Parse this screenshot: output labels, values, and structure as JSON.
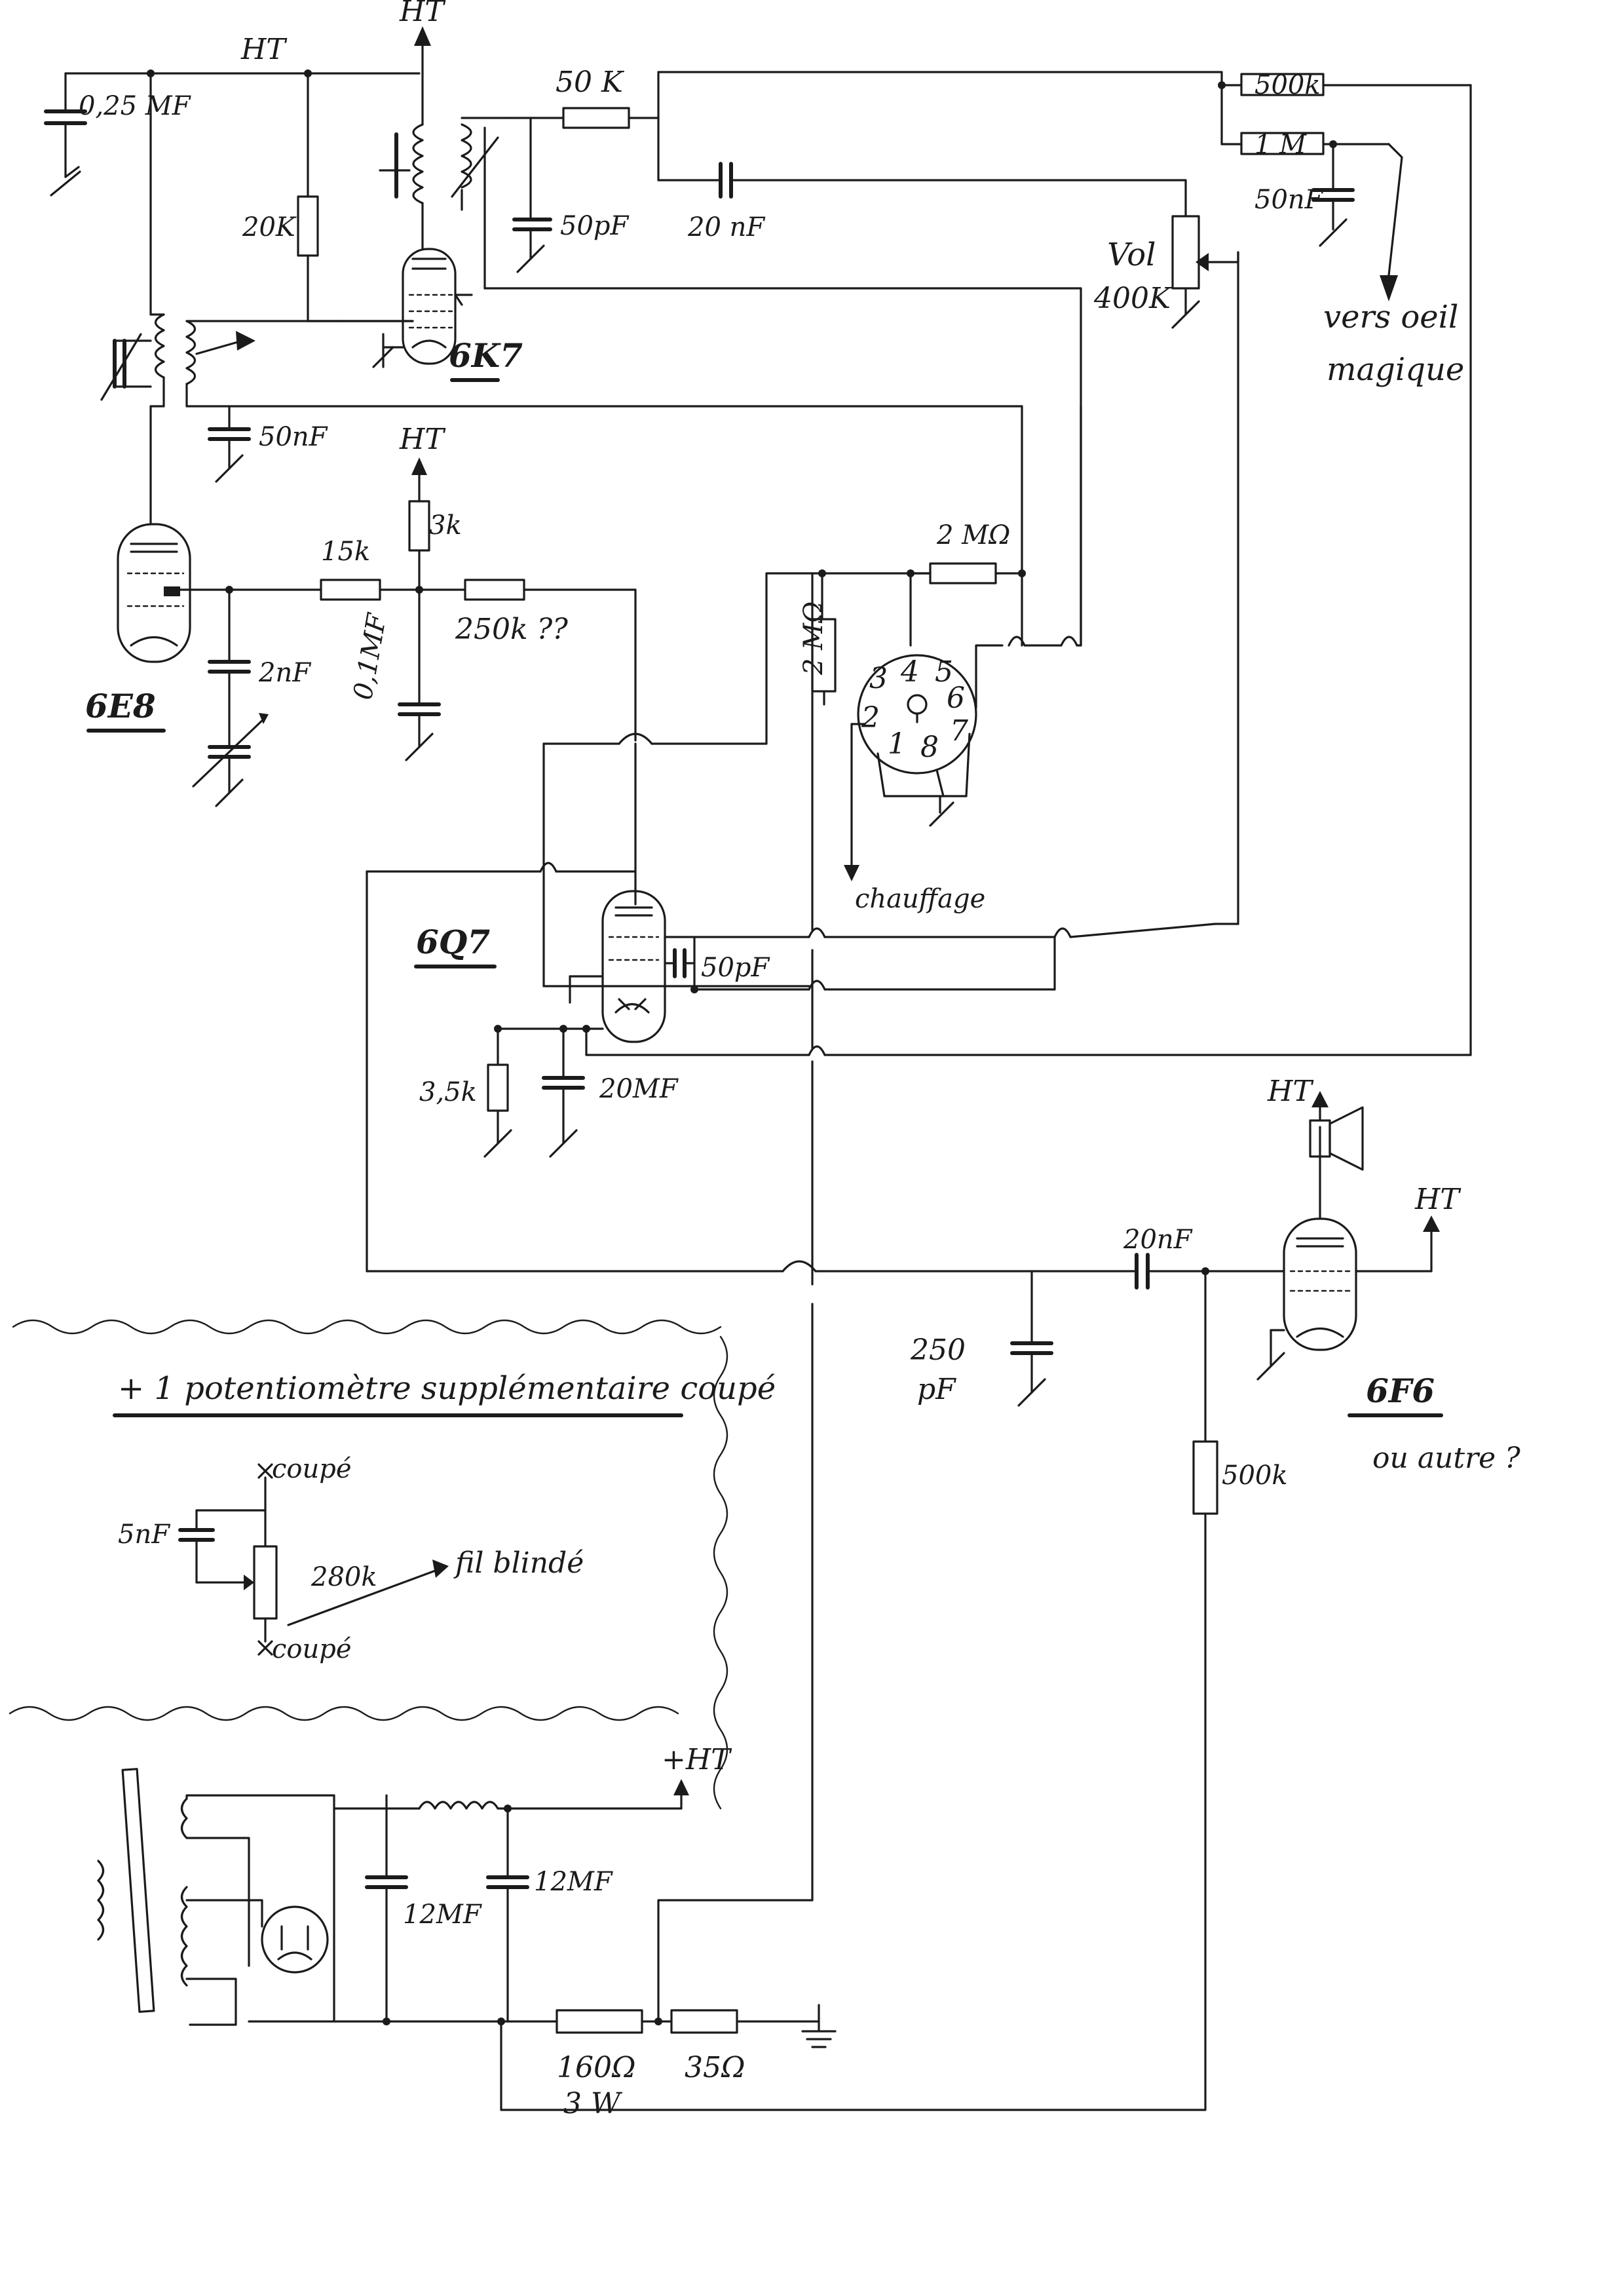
{
  "tubes": {
    "t6k7": "6K7",
    "t6e8": "6E8",
    "t6q7": "6Q7",
    "t6f6": "6F6",
    "t6f6_note": "ou autre ?"
  },
  "supply": {
    "ht_top_line": "HT",
    "ht_top_arrow": "HT",
    "ht_mid": "HT",
    "ht_speaker": "HT",
    "ht_6f6": "HT",
    "ht_psu": "+HT"
  },
  "components": {
    "c_025": "0,25 MF",
    "r_20k": "20K",
    "r_50k": "50 K",
    "c_50pf_top": "50pF",
    "c_20nf_top": "20 nF",
    "r_500k_top": "500k",
    "r_1m": "1 M",
    "c_50nf_right": "50nF",
    "vol_label": "Vol",
    "vol_value": "400K",
    "c_50nf_6k7": "50nF",
    "r_3k": "3k",
    "r_15k": "15k",
    "r_250k": "250k ??",
    "c_2nf": "2nF",
    "c_01": "0,1MF",
    "r_2m_top": "2 MΩ",
    "r_2m_vert": "2 MΩ",
    "c_50pf_6q7": "50pF",
    "r_35k": "3,5k",
    "c_20mf": "20MF",
    "c_250pf_a": "250",
    "c_250pf_b": "pF",
    "c_20nf_out": "20nF",
    "r_500k_out": "500k",
    "c_12mf_a": "12MF",
    "c_12mf_b": "12MF",
    "r_160": "160Ω",
    "r_160_w": "3 W",
    "r_35": "35Ω"
  },
  "socket": {
    "pins": [
      "1",
      "2",
      "3",
      "4",
      "5",
      "6",
      "7",
      "8"
    ],
    "chauffage": "chauffage"
  },
  "magic_eye": {
    "line1": "vers oeil",
    "line2": "magique"
  },
  "note_box": {
    "title": "+ 1 potentiomètre supplémentaire coupé",
    "coupe_top": "coupé",
    "coupe_bottom": "coupé",
    "c_5nf": "5nF",
    "r_280k": "280k",
    "fil_blinde": "fil blindé"
  }
}
